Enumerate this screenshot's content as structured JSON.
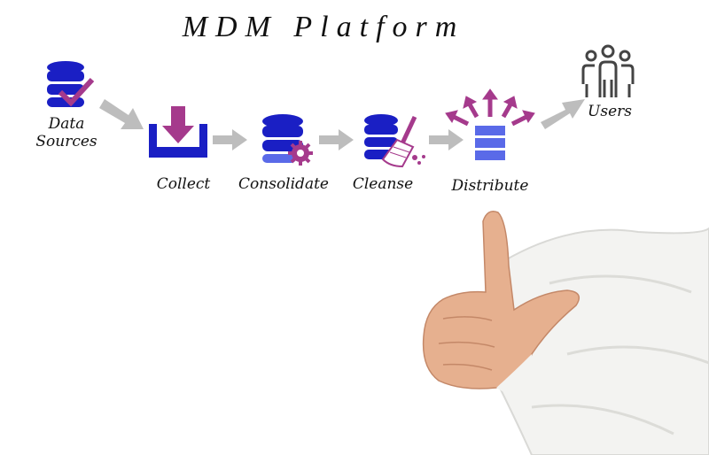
{
  "title": "MDM Platform",
  "steps": [
    {
      "label_line1": "Data",
      "label_line2": "Sources",
      "icon": "database-check-icon"
    },
    {
      "label": "Collect",
      "icon": "download-tray-icon"
    },
    {
      "label": "Consolidate",
      "icon": "database-gear-icon"
    },
    {
      "label": "Cleanse",
      "icon": "database-broom-icon"
    },
    {
      "label": "Distribute",
      "icon": "distribute-arrows-icon"
    },
    {
      "label": "Users",
      "icon": "users-group-icon"
    }
  ],
  "colors": {
    "primary_blue": "#1a1fc4",
    "light_blue": "#5a6ae8",
    "accent_purple": "#a53a8c",
    "arrow_gray": "#bdbdbd",
    "user_gray": "#444444"
  }
}
